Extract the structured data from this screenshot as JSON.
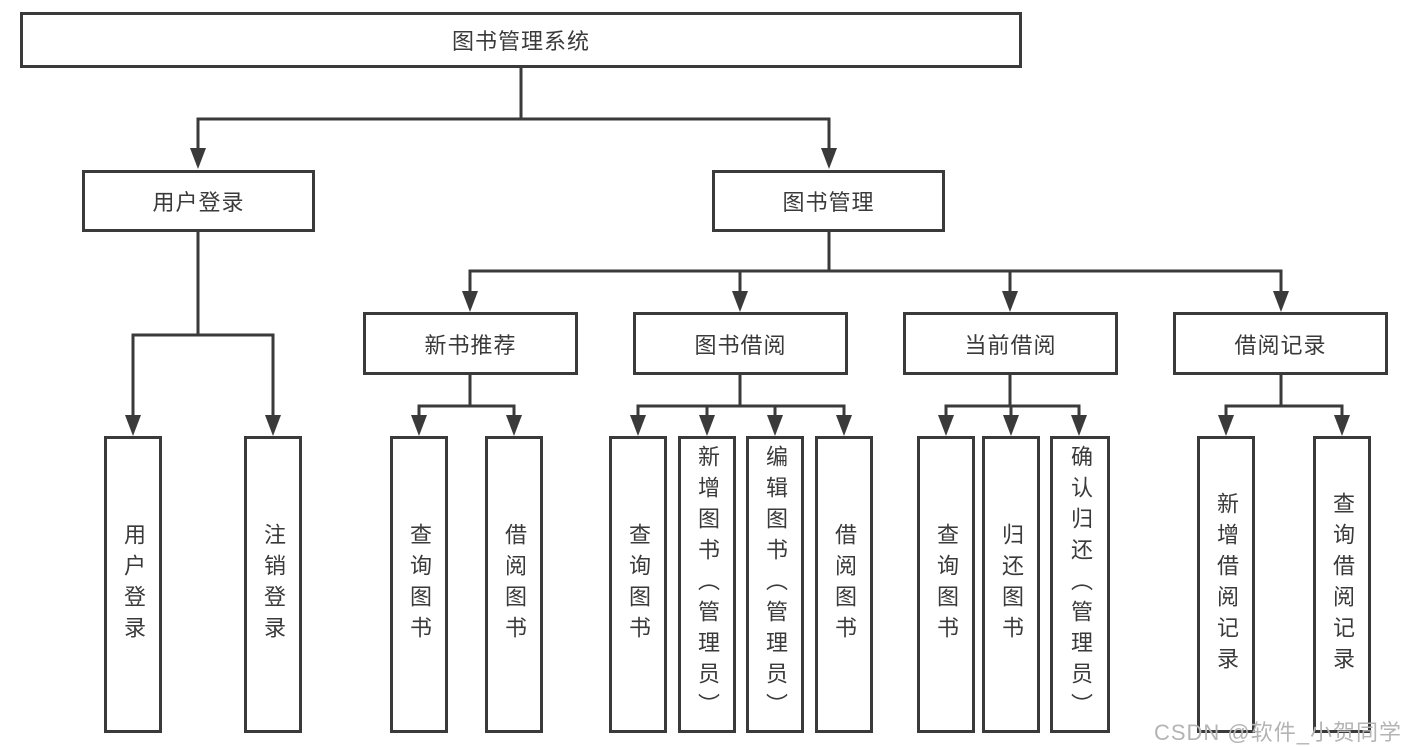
{
  "diagram": {
    "title_note": "",
    "root": {
      "label": "图书管理系统"
    },
    "branches": [
      {
        "label": "用户登录",
        "children": [
          {
            "label": "用户登录"
          },
          {
            "label": "注销登录"
          }
        ]
      },
      {
        "label": "图书管理",
        "children": [
          {
            "label": "新书推荐",
            "children": [
              {
                "label": "查询图书"
              },
              {
                "label": "借阅图书"
              }
            ]
          },
          {
            "label": "图书借阅",
            "children": [
              {
                "label": "查询图书"
              },
              {
                "label": "新增图书（管理员）"
              },
              {
                "label": "编辑图书（管理员）"
              },
              {
                "label": "借阅图书"
              }
            ]
          },
          {
            "label": "当前借阅",
            "children": [
              {
                "label": "查询图书"
              },
              {
                "label": "归还图书"
              },
              {
                "label": "确认归还（管理员）"
              }
            ]
          },
          {
            "label": "借阅记录",
            "children": [
              {
                "label": "新增借阅记录"
              },
              {
                "label": "查询借阅记录"
              }
            ]
          }
        ]
      }
    ]
  },
  "watermark": {
    "text": "CSDN @软件_小贺同学"
  },
  "colors": {
    "line": "#3a3a3a",
    "text": "#3a3a3a",
    "background": "#ffffff",
    "watermark": "#b4b4b4"
  }
}
